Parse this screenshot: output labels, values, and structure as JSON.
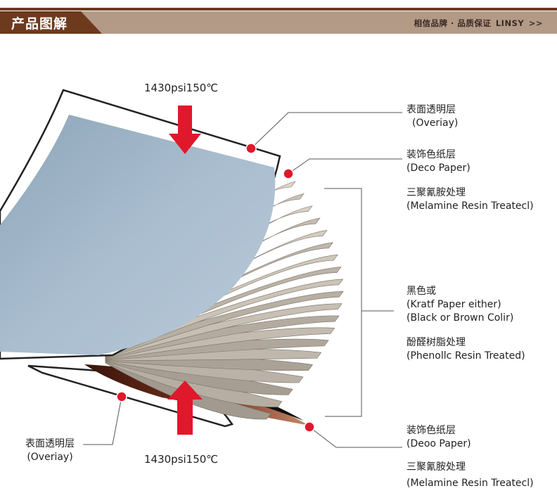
{
  "header": {
    "title": "产品图解",
    "slogan": "相信品牌 · 品质保证",
    "brand": "LINSY",
    "arrow": ">>"
  },
  "pressure": {
    "top": "1430psi150℃",
    "bottom": "1430psi150℃"
  },
  "labels": {
    "overlay_top": {
      "cn": "表面透明层",
      "en": "(Overiay)"
    },
    "deco_top": {
      "cn": "装饰色纸层",
      "en": "(Deco Paper)"
    },
    "melamine_top": {
      "cn": "三聚氰胺处理",
      "en": "(Melamine Resin Treatecl)"
    },
    "kraft": {
      "cn": "黑色或",
      "en1": "(Kratf Paper either)",
      "en2": "(Black or Brown Colir)"
    },
    "phenolic": {
      "cn": "酚醛树脂处理",
      "en": "(Phenollc Resin Treated)"
    },
    "deco_bottom": {
      "cn": "装饰色纸层",
      "en": "(Deoo Paper)"
    },
    "melamine_bottom": {
      "cn": "三聚氰胺处理",
      "en": "(Melamine Resin Treatecl)"
    },
    "overlay_bottom": {
      "cn": "表面透明层",
      "en": "(Overiay)"
    }
  },
  "colors": {
    "header_dark": "#6e3a1e",
    "header_light": "#b39a87",
    "arrow_red": "#e0182b",
    "deco_blue": "#9fb4c6",
    "kraft_tan": "#b7ad9f",
    "bottom_brown": "#6a2a16"
  }
}
